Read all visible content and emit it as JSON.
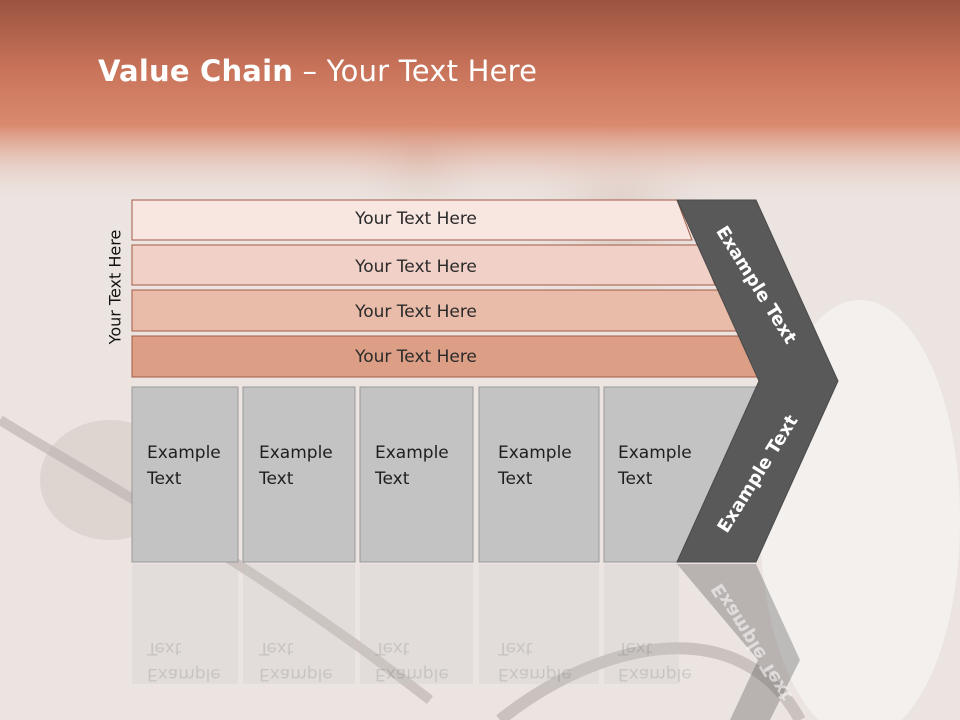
{
  "title": {
    "bold": "Value Chain",
    "rest": " – Your Text Here"
  },
  "side_label": "Your Text Here",
  "rows": [
    {
      "label": "Your Text Here",
      "color": "#f8e6e1"
    },
    {
      "label": "Your Text Here",
      "color": "#f1d1c7"
    },
    {
      "label": "Your Text Here",
      "color": "#e9bba9"
    },
    {
      "label": "Your Text Here",
      "color": "#dc9f86"
    }
  ],
  "columns": [
    {
      "line1": "Example",
      "line2": "Text"
    },
    {
      "line1": "Example",
      "line2": "Text"
    },
    {
      "line1": "Example",
      "line2": "Text"
    },
    {
      "line1": "Example",
      "line2": "Text"
    },
    {
      "line1": "Example",
      "line2": "Text"
    }
  ],
  "arrow": {
    "upper": "Example Text",
    "lower": "Example Text"
  },
  "colors": {
    "header_band": "#c8735a",
    "column_fill": "#c3c3c3",
    "arrow_fill": "#595959",
    "row_border": "#a35a45"
  }
}
